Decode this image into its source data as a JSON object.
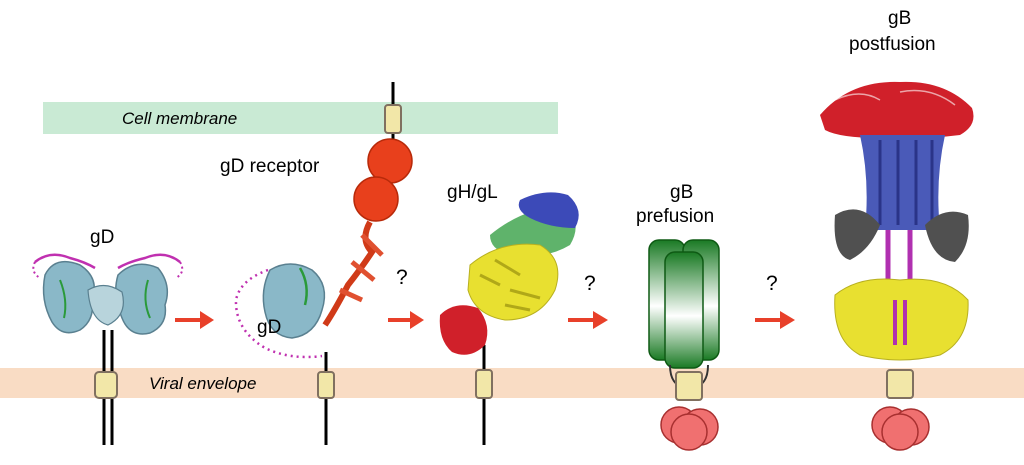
{
  "membranes": {
    "cell_label": "Cell membrane",
    "viral_label": "Viral envelope",
    "cell_color": "#c9ead4",
    "viral_color": "#f9dcc4"
  },
  "labels": {
    "gd_top": "gD",
    "gd_receptor": "gD receptor",
    "gd_bound": "gD",
    "gh_gl": "gH/gL",
    "gb_pre_line1": "gB",
    "gb_pre_line2": "prefusion",
    "gb_post_line1": "gB",
    "gb_post_line2": "postfusion",
    "q1": "?",
    "q2": "?",
    "q3": "?"
  },
  "colors": {
    "arrow": "#e8402a",
    "receptor": "#e8401c",
    "gd_loop": "#c030b0",
    "tm_box": "#f2e7a8",
    "tm_border": "#807060",
    "gb_green": "#1e8a2a",
    "gb_foot": "#f07070",
    "helix_blue": "#4a5ab8",
    "head_red": "#d0202a",
    "helix_yellow": "#e8e030",
    "grey": "#505050",
    "light_blue": "#8ab8c8"
  },
  "icons": [
    "right-arrow-icon"
  ]
}
